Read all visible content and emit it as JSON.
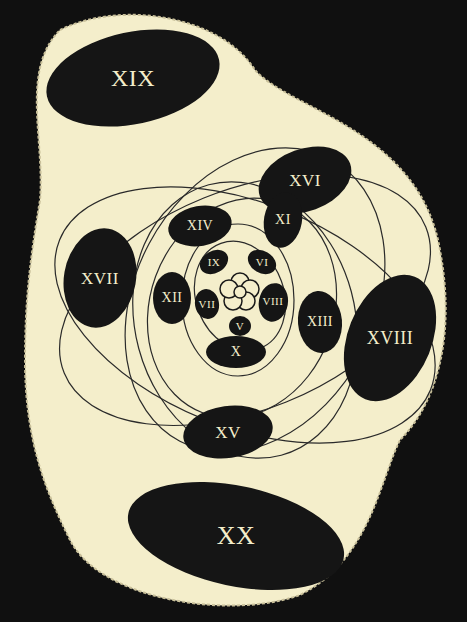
{
  "diagram": {
    "nodes": [
      {
        "text": [
          "XIX"
        ]
      },
      {
        "text": [
          "XVI"
        ]
      },
      {
        "text": [
          "XIV"
        ]
      },
      {
        "text": [
          "XI"
        ]
      },
      {
        "text": [
          "IX"
        ]
      },
      {
        "text": [
          "VI"
        ]
      },
      {
        "text": [
          "XVII"
        ]
      },
      {
        "text": [
          "XII"
        ]
      },
      {
        "text": [
          "VII"
        ]
      },
      {
        "text": [
          "VIII"
        ]
      },
      {
        "text": [
          "XIII"
        ]
      },
      {
        "text": [
          "XVIII"
        ]
      },
      {
        "text": [
          "V"
        ]
      },
      {
        "text": [
          "X"
        ]
      },
      {
        "text": [
          "XV"
        ]
      },
      {
        "text": [
          "XX"
        ]
      }
    ]
  }
}
